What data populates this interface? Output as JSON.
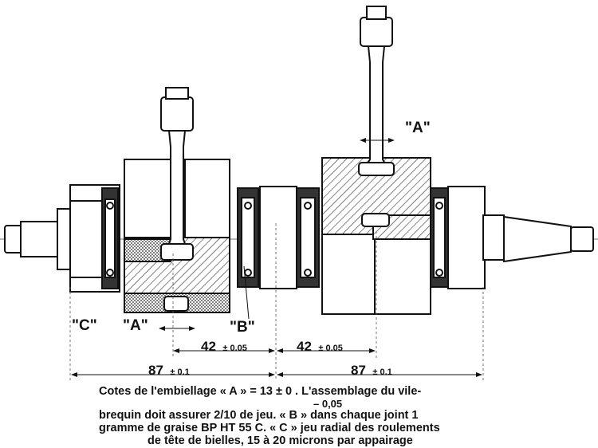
{
  "labels": {
    "a_top": "\"A\"",
    "a_bottom": "\"A\"",
    "b": "\"B\"",
    "c": "\"C\""
  },
  "dimensions": {
    "d1_value": "42",
    "d1_tol": "± 0.05",
    "d2_value": "42",
    "d2_tol": "± 0.05",
    "d3_value": "87",
    "d3_tol": "± 0.1",
    "d4_value": "87",
    "d4_tol": "± 0.1"
  },
  "caption": {
    "line1": "Cotes de l'embiellage « A »  =   13 ± 0    .  L'assemblage du vile-",
    "line1_tol": "– 0,05",
    "line2": "brequin doit assurer  2/10  de jeu.   « B » dans  chaque  joint 1",
    "line3": "gramme de graise  BP  HT  55 C. « C »  jeu radial des roulements",
    "line4": "de tête de bielles,  15  à  20 microns par appairage"
  }
}
